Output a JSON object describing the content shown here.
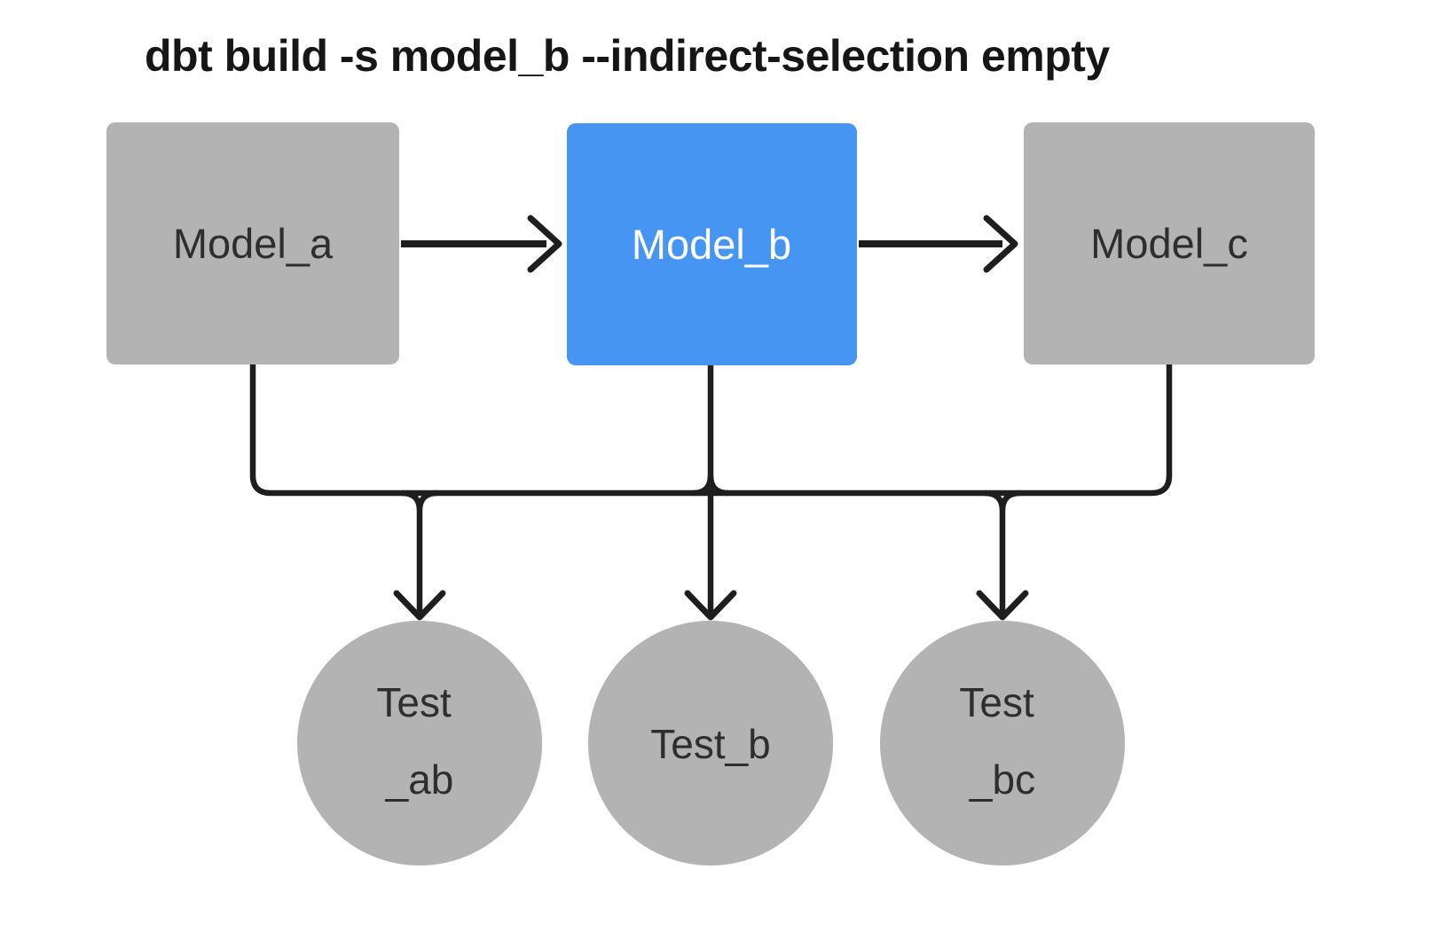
{
  "title": "dbt build -s model_b --indirect-selection empty",
  "colors": {
    "background": "#ffffff",
    "node_gray": "#b3b3b3",
    "node_selected_blue": "#4795f2",
    "edge_dark": "#1e1e1e",
    "title_color": "#161616",
    "label_dark": "#2e2e2e",
    "label_light": "#ffffff"
  },
  "models": [
    {
      "id": "model_a",
      "label": "Model_a",
      "selected": false
    },
    {
      "id": "model_b",
      "label": "Model_b",
      "selected": true
    },
    {
      "id": "model_c",
      "label": "Model_c",
      "selected": false
    }
  ],
  "tests": [
    {
      "id": "test_ab",
      "label": "Test_ab",
      "lines": [
        "Test",
        "_ab"
      ]
    },
    {
      "id": "test_b",
      "label": "Test_b",
      "lines": [
        "Test_b"
      ]
    },
    {
      "id": "test_bc",
      "label": "Test_bc",
      "lines": [
        "Test",
        "_bc"
      ]
    }
  ],
  "edges": [
    {
      "from": "model_a",
      "to": "model_b"
    },
    {
      "from": "model_b",
      "to": "model_c"
    },
    {
      "from": "model_a",
      "to": "test_ab"
    },
    {
      "from": "model_b",
      "to": "test_ab"
    },
    {
      "from": "model_b",
      "to": "test_b"
    },
    {
      "from": "model_b",
      "to": "test_bc"
    },
    {
      "from": "model_c",
      "to": "test_bc"
    }
  ]
}
